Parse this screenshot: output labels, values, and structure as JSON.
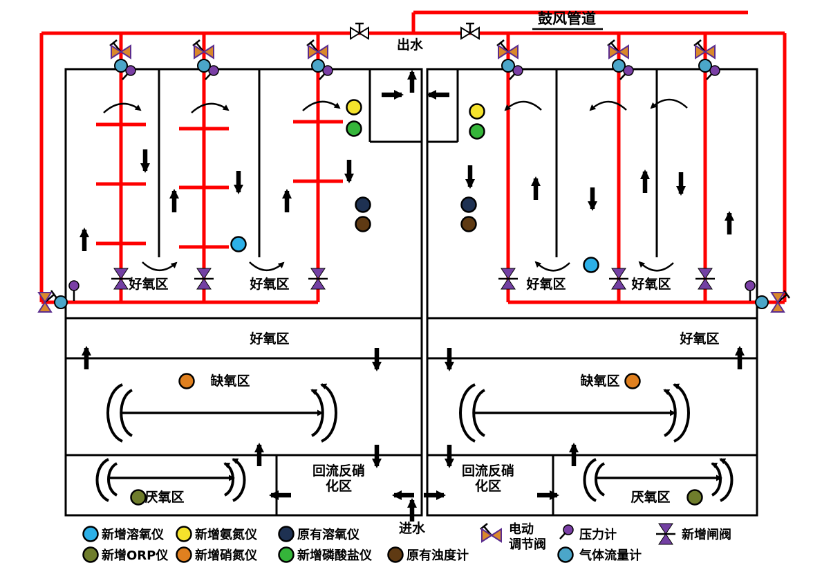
{
  "pipeline": {
    "blower_label": "鼓风管道"
  },
  "flows": {
    "effluent": "出水",
    "influent": "进水"
  },
  "zones": {
    "aerobic": "好氧区",
    "anoxic": "缺氧区",
    "anaerobic": "厌氧区",
    "reflux_denit_l1": "回流反硝",
    "reflux_denit_l2": "化区"
  },
  "colors": {
    "pipe_red": "#FE0000",
    "new_do_meter": "#2CB0E8",
    "new_orp_meter": "#6F7D2C",
    "new_ammonia_meter": "#F5E32C",
    "new_nitrate_meter": "#E0801F",
    "original_do_meter": "#1E3152",
    "new_phosphate_meter": "#35B53A",
    "original_turbidity_meter": "#5F3A13",
    "pressure_gauge": "#7A3FA5",
    "gas_flow_meter": "#4BA6C9",
    "gate_valve": "#7340A3",
    "motor_valve": "#D9892B",
    "header_valve_fill": "#FFFFFF"
  },
  "legend": {
    "new_do": "新增溶氧仪",
    "new_orp": "新增ORP仪",
    "new_ammonia": "新增氨氮仪",
    "new_nitrate": "新增硝氮仪",
    "original_do": "原有溶氧仪",
    "new_phosphate": "新增磷酸盐仪",
    "original_turbidity": "原有浊度计",
    "motor_valve_l1": "电动",
    "motor_valve_l2": "调节阀",
    "pressure_gauge": "压力计",
    "gas_flow": "气体流量计",
    "new_gate_valve": "新增闸阀"
  }
}
